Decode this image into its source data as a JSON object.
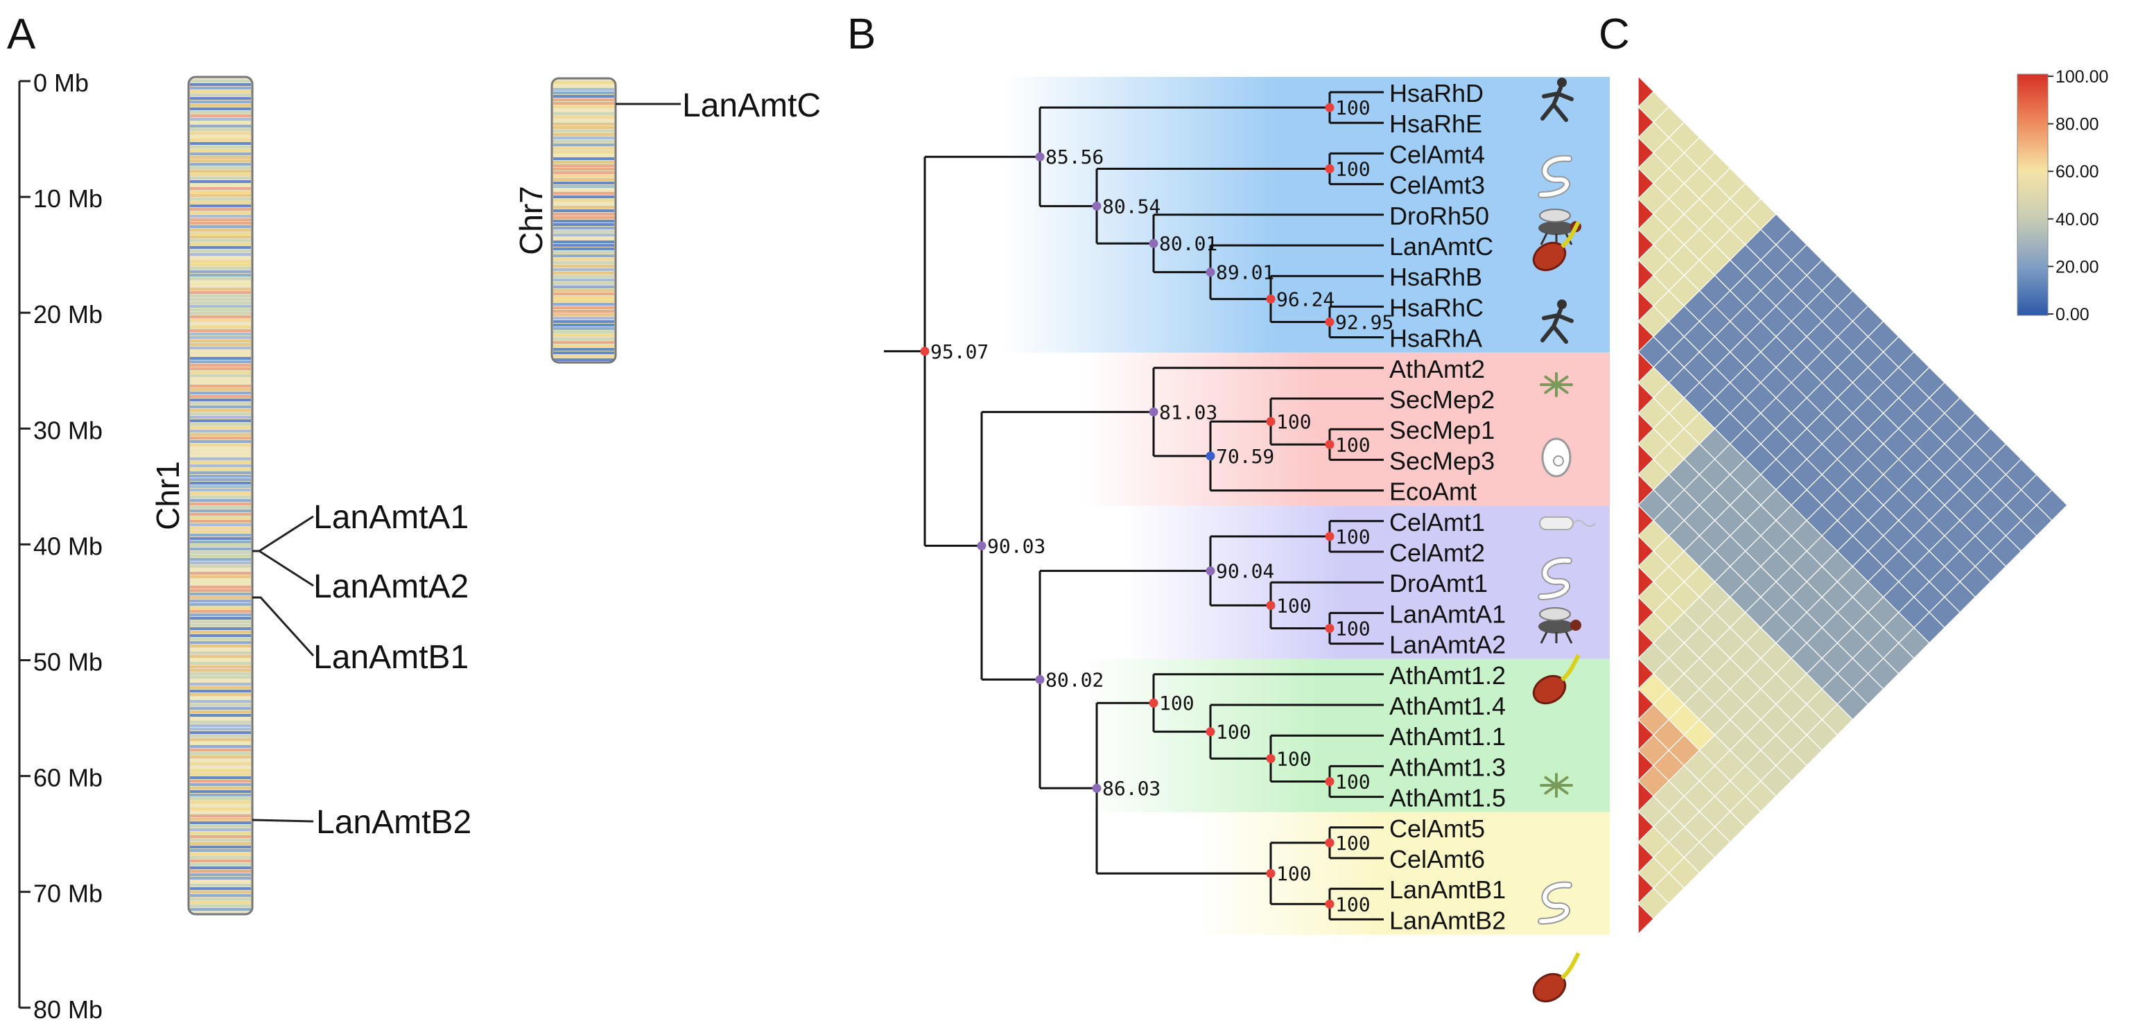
{
  "panels": {
    "a": "A",
    "b": "B",
    "c": "C"
  },
  "panel_a": {
    "axis_ticks": [
      "0 Mb",
      "10 Mb",
      "20 Mb",
      "30 Mb",
      "40 Mb",
      "50 Mb",
      "60 Mb",
      "70 Mb",
      "80 Mb"
    ],
    "chromosomes": [
      {
        "name": "Chr1",
        "length_mb": 72
      },
      {
        "name": "Chr7",
        "length_mb": 24
      }
    ],
    "genes": [
      {
        "label": "LanAmtC",
        "chromosome": "Chr7",
        "position_mb": 2
      },
      {
        "label": "LanAmtA1",
        "chromosome": "Chr1",
        "position_mb": 40.5
      },
      {
        "label": "LanAmtA2",
        "chromosome": "Chr1",
        "position_mb": 40.5
      },
      {
        "label": "LanAmtB1",
        "chromosome": "Chr1",
        "position_mb": 45
      },
      {
        "label": "LanAmtB2",
        "chromosome": "Chr1",
        "position_mb": 63.5
      }
    ]
  },
  "panel_b": {
    "leaves": [
      "HsaRhD",
      "HsaRhE",
      "CelAmt4",
      "CelAmt3",
      "DroRh50",
      "LanAmtC",
      "HsaRhB",
      "HsaRhC",
      "HsaRhA",
      "AthAmt2",
      "SecMep2",
      "SecMep1",
      "SecMep3",
      "EcoAmt",
      "CelAmt1",
      "CelAmt2",
      "DroAmt1",
      "LanAmtA1",
      "LanAmtA2",
      "AthAmt1.2",
      "AthAmt1.4",
      "AthAmt1.1",
      "AthAmt1.3",
      "AthAmt1.5",
      "CelAmt5",
      "CelAmt6",
      "LanAmtB1",
      "LanAmtB2"
    ],
    "bootstrap": [
      "95.07",
      "85.56",
      "100",
      "100",
      "80.54",
      "80.01",
      "89.01",
      "96.24",
      "92.95",
      "90.03",
      "81.03",
      "100",
      "100",
      "70.59",
      "80.02",
      "90.04",
      "100",
      "100",
      "100",
      "86.03",
      "100",
      "100",
      "100",
      "100",
      "100",
      "100",
      "100"
    ],
    "clade_colors": [
      "#9fcdf5",
      "#fcc8c8",
      "#cfcdf8",
      "#c8f3c8",
      "#fbf7c6"
    ],
    "node_colors": {
      "high": "#e8423c",
      "mid": "#8e6bb8",
      "low": "#3a5fcf"
    },
    "organism_icons": [
      "human-icon",
      "worm-icon",
      "fly-icon",
      "rotifer-icon",
      "human-icon",
      "plant-icon",
      "yeast-icon",
      "bacterium-icon",
      "worm-icon",
      "fly-icon",
      "rotifer-icon",
      "plant-icon",
      "worm-icon",
      "rotifer-icon"
    ]
  },
  "panel_c": {
    "legend_ticks": [
      "100.00",
      "80.00",
      "60.00",
      "40.00",
      "20.00",
      "0.00"
    ],
    "colormap": [
      "#3a5fb0",
      "#d8d9b5",
      "#f2eaa6",
      "#d73027"
    ]
  }
}
